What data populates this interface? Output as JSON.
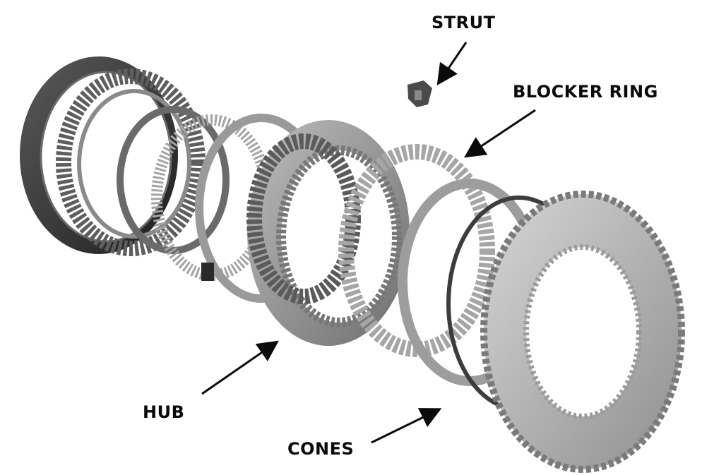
{
  "figure": {
    "title": "Synchronizer assembly exploded view",
    "labels": {
      "strut": "STRUT",
      "blocker_ring": "BLOCKER RING",
      "hub": "HUB",
      "cones": "CONES"
    },
    "colors": {
      "text": "#0a0a0a",
      "metal_light": "#b8b8b8",
      "metal_mid": "#8c8c8c",
      "metal_dark": "#3a3a3a",
      "background": "#ffffff"
    }
  }
}
